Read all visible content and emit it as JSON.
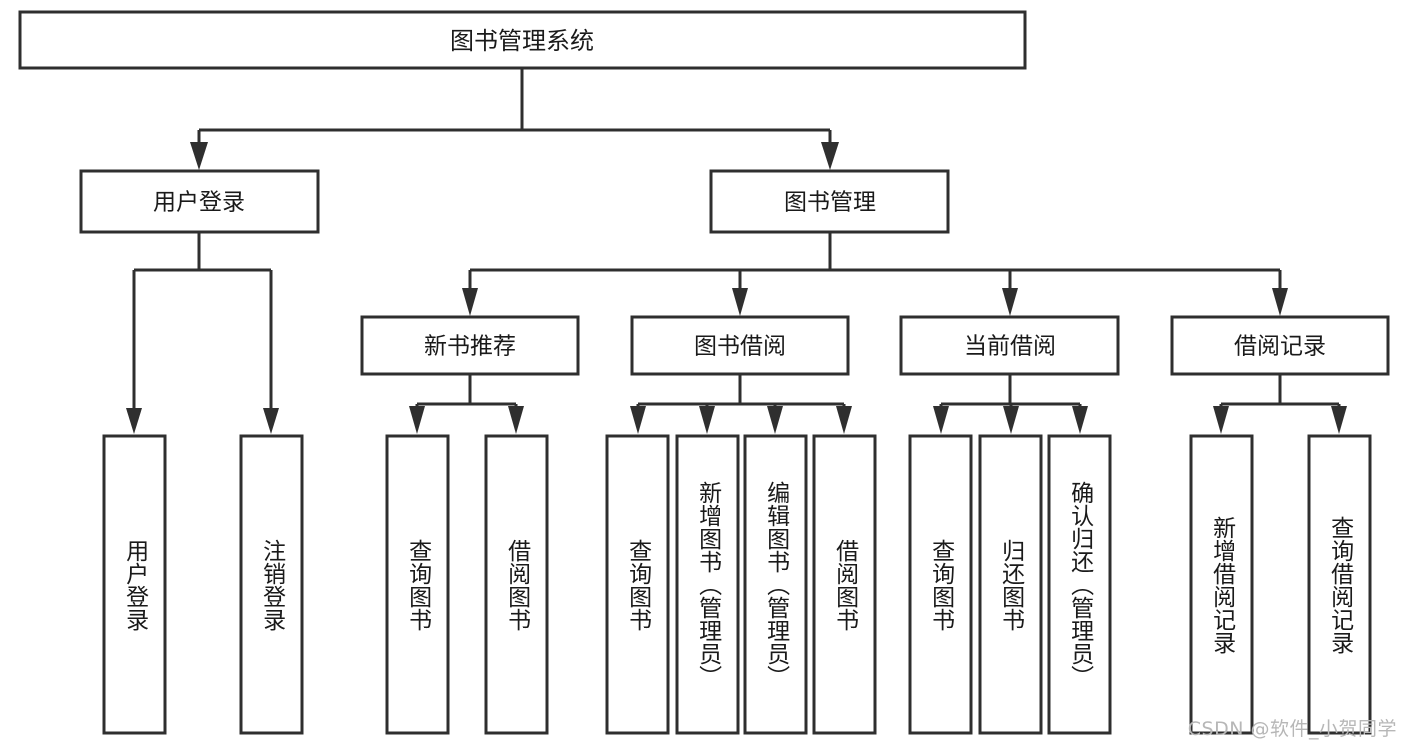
{
  "diagram": {
    "type": "tree",
    "orientation": "top-down",
    "title": "图书管理系统",
    "colors": {
      "background": "#ffffff",
      "box_fill": "#ffffff",
      "box_stroke": "#2f2f2f",
      "text": "#1a1a1a",
      "watermark": "#b7b7b7"
    },
    "root": {
      "label": "图书管理系统"
    },
    "level1": [
      {
        "label": "用户登录"
      },
      {
        "label": "图书管理"
      }
    ],
    "level2": [
      {
        "label": "新书推荐"
      },
      {
        "label": "图书借阅"
      },
      {
        "label": "当前借阅"
      },
      {
        "label": "借阅记录"
      }
    ],
    "leaves": {
      "user_login": [
        {
          "label": "用户登录"
        },
        {
          "label": "注销登录"
        }
      ],
      "new_book_recommend": [
        {
          "label": "查询图书"
        },
        {
          "label": "借阅图书"
        }
      ],
      "book_borrow": [
        {
          "label": "查询图书"
        },
        {
          "label": "新增图书（管理员）"
        },
        {
          "label": "编辑图书（管理员）"
        },
        {
          "label": "借阅图书"
        }
      ],
      "current_borrow": [
        {
          "label": "查询图书"
        },
        {
          "label": "归还图书"
        },
        {
          "label": "确认归还（管理员）"
        }
      ],
      "borrow_record": [
        {
          "label": "新增借阅记录"
        },
        {
          "label": "查询借阅记录"
        }
      ]
    },
    "watermark": "CSDN @软件_小贺同学"
  }
}
